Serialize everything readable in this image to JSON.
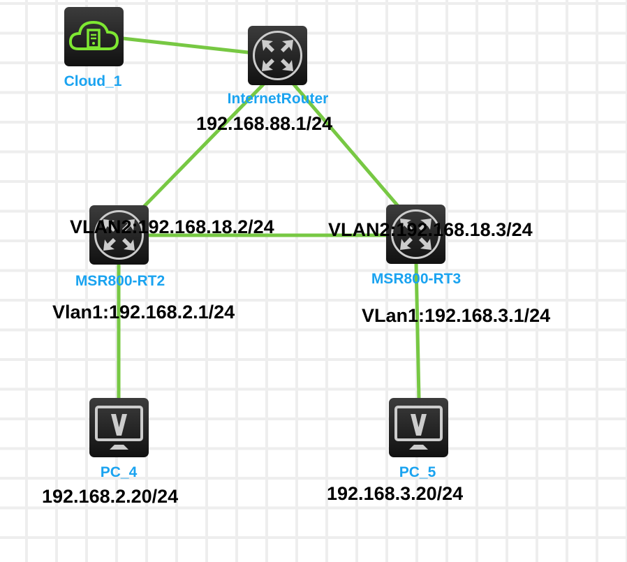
{
  "colors": {
    "link": "#77c843",
    "label": "#1aa3f0",
    "cloud_icon": "#7ee832"
  },
  "nodes": {
    "cloud": {
      "name": "Cloud_1",
      "icon": "cloud-server-icon"
    },
    "internet_router": {
      "name": "InternetRouter",
      "ip": "192.168.88.1/24",
      "icon": "router-icon"
    },
    "rt2": {
      "name": "MSR800-RT2",
      "vlan2": "VLAN2:192.168.18.2/24",
      "vlan1": "Vlan1:192.168.2.1/24",
      "icon": "router-icon"
    },
    "rt3": {
      "name": "MSR800-RT3",
      "vlan2": "VLAN2:192.168.18.3/24",
      "vlan1": "VLan1:192.168.3.1/24",
      "icon": "router-icon"
    },
    "pc4": {
      "name": "PC_4",
      "ip": "192.168.2.20/24",
      "icon": "pc-monitor-icon"
    },
    "pc5": {
      "name": "PC_5",
      "ip": "192.168.3.20/24",
      "icon": "pc-monitor-icon"
    }
  }
}
